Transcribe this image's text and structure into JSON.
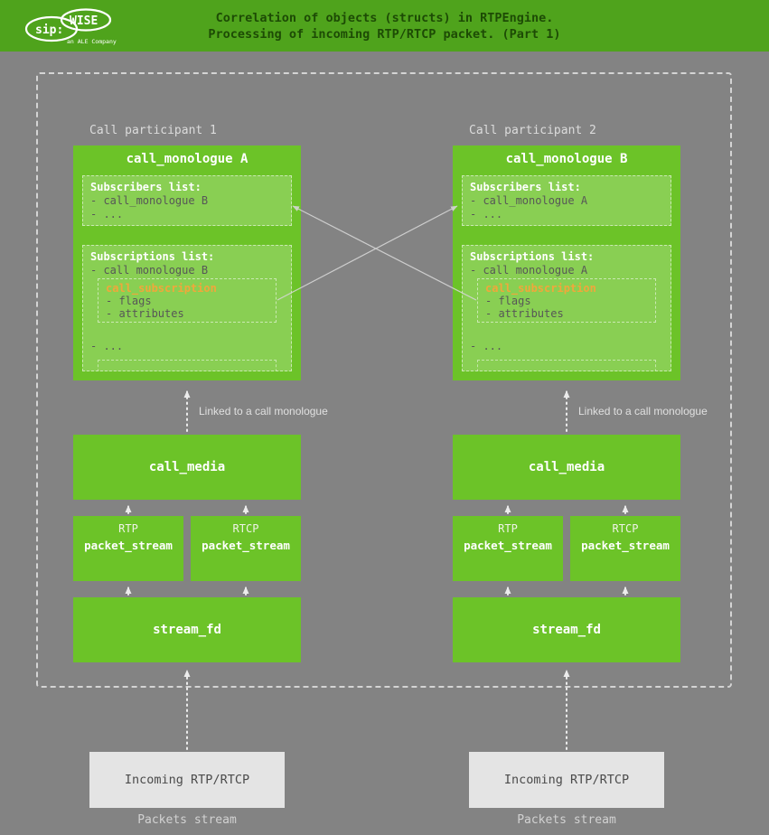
{
  "header": {
    "logo": {
      "sip": "sip:",
      "wise": "WISE",
      "tagline": "an ALE Company"
    },
    "title_line1": "Correlation of objects (structs) in RTPEngine.",
    "title_line2": "Processing of incoming RTP/RTCP packet. (Part 1)"
  },
  "diagram": {
    "participants": [
      {
        "label": "Call participant 1",
        "monologue": {
          "title": "call_monologue A",
          "subscribers": {
            "heading": "Subscribers list:",
            "items": [
              "- call_monologue B",
              "- ..."
            ]
          },
          "subscriptions": {
            "heading": "Subscriptions list:",
            "item": "- call monologue B",
            "subscription": {
              "title": "call_subscription",
              "items": [
                "- flags",
                "- attributes"
              ]
            },
            "more": "- ..."
          }
        },
        "linked_label": "Linked to a call monologue",
        "call_media_label": "call_media",
        "streams": [
          {
            "type_label": "RTP",
            "box_label": "packet_stream"
          },
          {
            "type_label": "RTCP",
            "box_label": "packet_stream"
          }
        ],
        "stream_fd_label": "stream_fd",
        "incoming_label": "Incoming RTP/RTCP",
        "packets_stream_label": "Packets stream"
      },
      {
        "label": "Call participant 2",
        "monologue": {
          "title": "call_monologue B",
          "subscribers": {
            "heading": "Subscribers list:",
            "items": [
              "- call_monologue A",
              "- ..."
            ]
          },
          "subscriptions": {
            "heading": "Subscriptions list:",
            "item": "- call monologue A",
            "subscription": {
              "title": "call_subscription",
              "items": [
                "- flags",
                "- attributes"
              ]
            },
            "more": "- ..."
          }
        },
        "linked_label": "Linked to a call monologue",
        "call_media_label": "call_media",
        "streams": [
          {
            "type_label": "RTP",
            "box_label": "packet_stream"
          },
          {
            "type_label": "RTCP",
            "box_label": "packet_stream"
          }
        ],
        "stream_fd_label": "stream_fd",
        "incoming_label": "Incoming RTP/RTCP",
        "packets_stream_label": "Packets stream"
      }
    ]
  },
  "colors": {
    "header_bg": "#4fa31c",
    "title_text": "#1d4b05",
    "background": "#838383",
    "box_green": "#6cc328",
    "subscription_title": "#f0a73b",
    "item_text": "#575757",
    "incoming_bg": "#e4e4e4",
    "arrow_color": "#ececec",
    "frame_dash": "#d4d4d4"
  }
}
